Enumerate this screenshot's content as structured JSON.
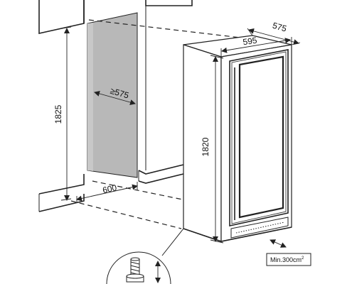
{
  "dimensions": {
    "height_niche": "1825",
    "depth_niche": "≥575",
    "width_niche": "600",
    "width_unit": "595",
    "depth_unit": "575",
    "height_unit": "1820"
  },
  "ventilation": {
    "label_main": "Min.300cm",
    "label_sup": "2"
  },
  "colors": {
    "line": "#222222",
    "recess_fill": "#b8b8b8",
    "door_glass": "#ffffff"
  }
}
